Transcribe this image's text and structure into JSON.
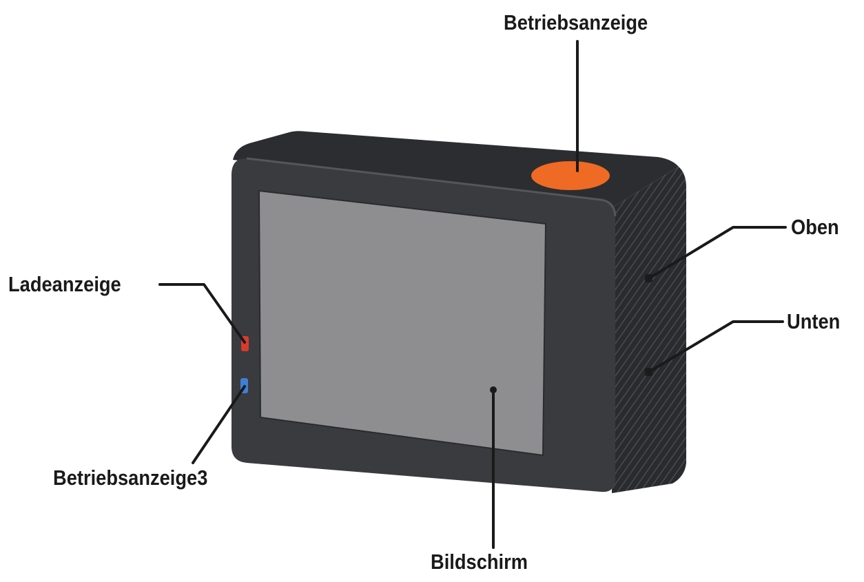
{
  "labels": {
    "power_button": "Betriebsanzeige",
    "up_button": "Oben",
    "down_button": "Unten",
    "charge_indicator": "Ladeanzeige",
    "status_indicator": "Betriebsanzeige3",
    "screen": "Bildschirm"
  },
  "colors": {
    "camera_body": "#2f3033",
    "camera_front": "#3a3b3e",
    "screen": "#8e8e90",
    "power_button": "#ef6a24",
    "charge_led": "#d93a2c",
    "status_led": "#3f7fd6",
    "leader_line": "#1a1a1a"
  }
}
